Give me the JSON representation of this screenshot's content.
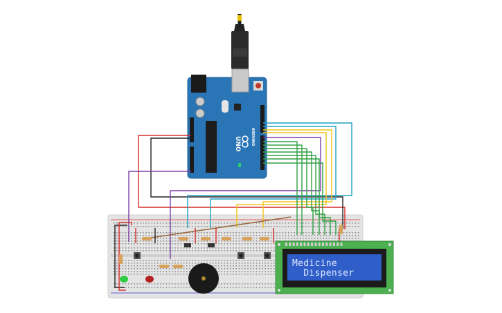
{
  "lcd": {
    "line1": "Medicine",
    "line2": "  Dispenser",
    "backlight_color": "#2f5ec8",
    "bezel_color": "#4caf50"
  },
  "arduino": {
    "board_color": "#2a75b6",
    "model_label": "UNO",
    "brand_label": "ARDUINO"
  },
  "wire_colors": {
    "red": "#d62b2b",
    "black": "#222222",
    "green": "#2ea043",
    "yellow": "#f0c419",
    "teal": "#1f9fc6",
    "purple": "#7b3fa6",
    "brown": "#9a6b3f"
  },
  "breadboard": {
    "color": "#e3e3e3"
  }
}
